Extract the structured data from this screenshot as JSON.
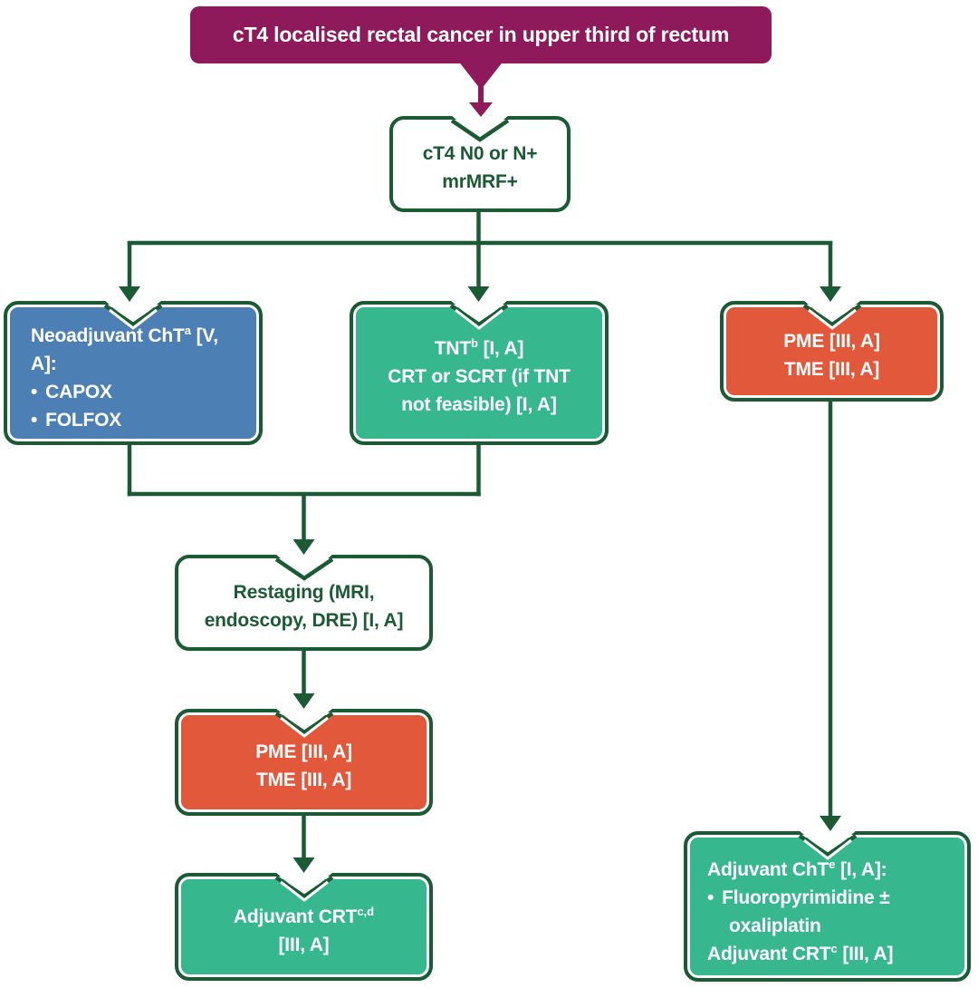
{
  "palette": {
    "green": "#1A5B33",
    "magenta": "#8E1A5B",
    "blue": "#4C80B4",
    "teal": "#36B78D",
    "orange": "#E2583B",
    "paper": "#FFFFFF"
  },
  "glyphs": {
    "bullet": "•"
  },
  "banner": {
    "text": "cT4 localised rectal cancer in upper third of rectum"
  },
  "nodes": {
    "ct4": {
      "line1": "cT4 N0 or N+",
      "line2": "mrMRF+"
    },
    "neoadjuvant": {
      "title_pre": "Neoadjuvant ChT",
      "title_sup": "a",
      "title_post": " [V, A]:",
      "items": [
        "CAPOX",
        "FOLFOX"
      ]
    },
    "tnt": {
      "line1_pre": "TNT",
      "line1_sup": "b",
      "line1_post": " [I, A]",
      "line2": "CRT or SCRT (if TNT",
      "line3": "not feasible) [I, A]"
    },
    "pme_right": {
      "line1": "PME [III, A]",
      "line2": "TME [III, A]"
    },
    "restaging": {
      "line1": "Restaging (MRI,",
      "line2": "endoscopy, DRE) [I, A]"
    },
    "pme_left": {
      "line1": "PME [III, A]",
      "line2": "TME [III, A]"
    },
    "adjuvant_crt": {
      "line1_pre": "Adjuvant CRT",
      "line1_sup": "c,d",
      "line2": "[III, A]"
    },
    "adjuvant_cht": {
      "title_pre": "Adjuvant ChT",
      "title_sup": "e",
      "title_post": " [I, A]:",
      "bullet_text": "Fluoropyrimidine ±",
      "bullet_cont": "oxaliplatin",
      "line4_pre": "Adjuvant CRT",
      "line4_sup": "c",
      "line4_post": " [III, A]"
    }
  }
}
